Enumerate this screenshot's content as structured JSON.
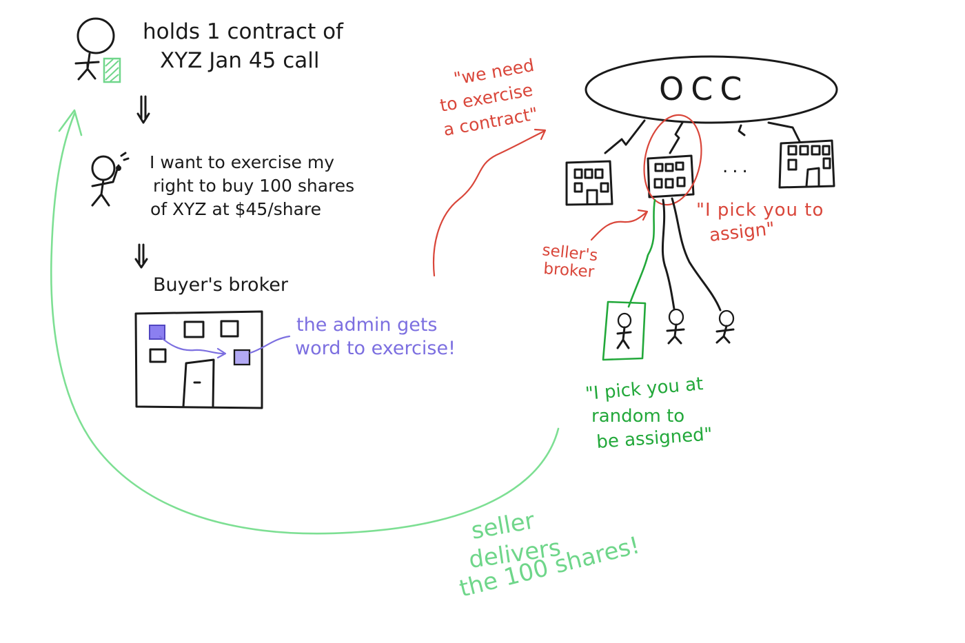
{
  "step1": {
    "line1": "holds 1 contract of",
    "line2": "XYZ Jan 45 call"
  },
  "step2": {
    "line1": "I want to exercise my",
    "line2": "right to buy 100 shares",
    "line3": "of XYZ at $45/share"
  },
  "buyer_broker": {
    "label": "Buyer's broker"
  },
  "admin_note": {
    "line1": "the admin gets",
    "line2": "word to exercise!"
  },
  "occ": {
    "label": "OCC",
    "dots": "..."
  },
  "occ_note": {
    "line1": "\"we need",
    "line2": "to exercise",
    "line3": "a contract\""
  },
  "seller_broker": {
    "line1": "seller's",
    "line2": "broker"
  },
  "assign_note": {
    "line1": "\"I pick you to",
    "line2": "assign\""
  },
  "random_note": {
    "line1": "\"I pick you at",
    "line2": "random to",
    "line3": "be assigned\""
  },
  "delivery_note": {
    "line1": "seller",
    "line2": "delivers",
    "line3": "the 100 shares!"
  },
  "colors": {
    "ink": "#1a1a1a",
    "red": "#d9463a",
    "green": "#22a83a",
    "light_green": "#6fd68a",
    "blue": "#7c6fe0"
  }
}
